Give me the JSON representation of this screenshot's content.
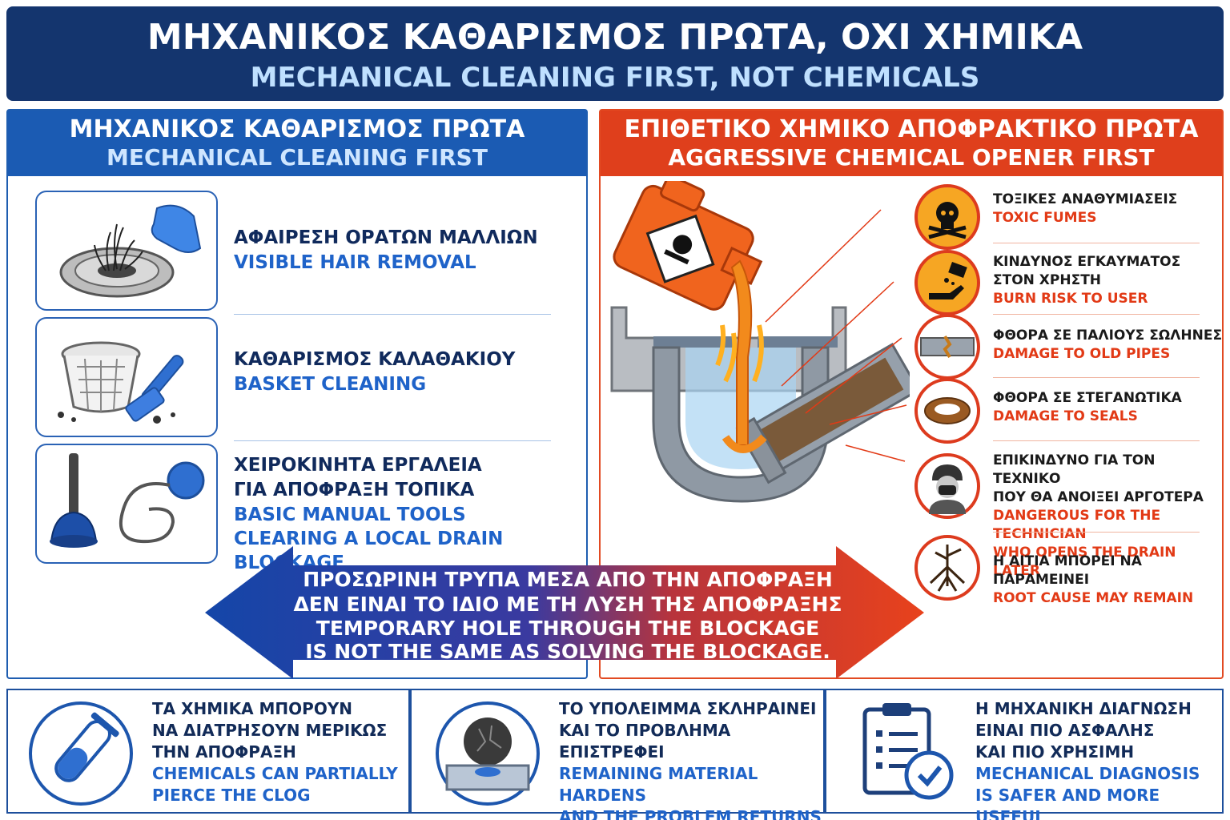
{
  "header": {
    "title_gr": "ΜΗΧΑΝΙΚΟΣ ΚΑΘΑΡΙΣΜΟΣ ΠΡΩΤΑ, ΟΧΙ ΧΗΜΙΚΑ",
    "title_en": "MECHANICAL CLEANING FIRST, NOT CHEMICALS"
  },
  "left": {
    "title_gr": "ΜΗΧΑΝΙΚΟΣ ΚΑΘΑΡΙΣΜΟΣ ΠΡΩΤΑ",
    "title_en": "MECHANICAL CLEANING FIRST",
    "items": [
      {
        "icon": "hair-drain-icon",
        "gr": [
          "ΑΦΑΙΡΕΣΗ ΟΡΑΤΩΝ ΜΑΛΛΙΩΝ"
        ],
        "en": [
          "VISIBLE HAIR REMOVAL"
        ]
      },
      {
        "icon": "basket-brush-icon",
        "gr": [
          "ΚΑΘΑΡΙΣΜΟΣ ΚΑΛΑΘΑΚΙΟΥ"
        ],
        "en": [
          "BASKET CLEANING"
        ]
      },
      {
        "icon": "plunger-auger-icon",
        "gr": [
          "ΧΕΙΡΟΚΙΝΗΤΑ ΕΡΓΑΛΕΙΑ",
          "ΓΙΑ ΑΠΟΦΡΑΞΗ ΤΟΠΙΚΑ"
        ],
        "en": [
          "BASIC MANUAL TOOLS",
          "CLEARING A LOCAL DRAIN BLOCKAGE"
        ]
      }
    ]
  },
  "right": {
    "title_gr": "ΕΠΙΘΕΤΙΚΟ ΧΗΜΙΚΟ ΑΠΟΦΡΑΚΤΙΚΟ ΠΡΩΤΑ",
    "title_en": "AGGRESSIVE CHEMICAL OPENER FIRST",
    "items": [
      {
        "icon": "skull-icon",
        "gr": [
          "ΤΟΞΙΚΕΣ ΑΝΑΘΥΜΙΑΣΕΙΣ"
        ],
        "en": [
          "TOXIC FUMES"
        ]
      },
      {
        "icon": "burn-hand-icon",
        "gr": [
          "ΚΙΝΔΥΝΟΣ ΕΓΚΑΥΜΑΤΟΣ",
          "ΣΤΟΝ ΧΡΗΣΤΗ"
        ],
        "en": [
          "BURN RISK TO USER"
        ]
      },
      {
        "icon": "cracked-pipe-icon",
        "gr": [
          "ΦΘΟΡΑ ΣΕ ΠΑΛΙΟΥΣ ΣΩΛΗΝΕΣ"
        ],
        "en": [
          "DAMAGE TO OLD PIPES"
        ]
      },
      {
        "icon": "seal-ring-icon",
        "gr": [
          "ΦΘΟΡΑ ΣΕ ΣΤΕΓΑΝΩΤΙΚΑ"
        ],
        "en": [
          "DAMAGE TO SEALS"
        ]
      },
      {
        "icon": "technician-mask-icon",
        "gr": [
          "ΕΠΙΚΙΝΔΥΝΟ ΓΙΑ ΤΟΝ ΤΕΧΝΙΚΟ",
          "ΠΟΥ ΘΑ ΑΝΟΙΞΕΙ ΑΡΓΟΤΕΡΑ"
        ],
        "en": [
          "DANGEROUS FOR THE TECHNICIAN",
          "WHO OPENS THE DRAIN LATER"
        ]
      },
      {
        "icon": "root-icon",
        "gr": [
          "Η ΑΙΤΙΑ ΜΠΟΡΕΙ ΝΑ ΠΑΡΑΜΕΙΝΕΙ"
        ],
        "en": [
          "ROOT CAUSE MAY REMAIN"
        ]
      }
    ]
  },
  "arrow": {
    "gr": [
      "ΠΡΟΣΩΡΙΝΗ ΤΡΥΠΑ ΜΕΣΑ ΑΠΟ ΤΗΝ ΑΠΟΦΡΑΞΗ",
      "ΔΕΝ ΕΙΝΑΙ ΤΟ ΙΔΙΟ ΜΕ ΤΗ ΛΥΣΗ ΤΗΣ ΑΠΟΦΡΑΞΗΣ"
    ],
    "en": [
      "TEMPORARY HOLE THROUGH THE BLOCKAGE",
      "IS NOT THE SAME AS SOLVING THE BLOCKAGE."
    ]
  },
  "bottom": [
    {
      "icon": "test-tube-icon",
      "gr": [
        "ΤΑ ΧΗΜΙΚΑ ΜΠΟΡΟΥΝ",
        "ΝΑ ΔΙΑΤΡΗΣΟΥΝ ΜΕΡΙΚΩΣ",
        "ΤΗΝ ΑΠΟΦΡΑΞΗ"
      ],
      "en": [
        "CHEMICALS CAN PARTIALLY",
        "PIERCE THE CLOG"
      ]
    },
    {
      "icon": "hardened-clog-icon",
      "gr": [
        "ΤΟ ΥΠΟΛΕΙΜΜΑ ΣΚΛΗΡΑΙΝΕΙ",
        "ΚΑΙ ΤΟ ΠΡΟΒΛΗΜΑ",
        "ΕΠΙΣΤΡΕΦΕΙ"
      ],
      "en": [
        "REMAINING MATERIAL HARDENS",
        "AND THE PROBLEM RETURNS"
      ]
    },
    {
      "icon": "clipboard-check-icon",
      "gr": [
        "Η ΜΗΧΑΝΙΚΗ ΔΙΑΓΝΩΣΗ",
        "ΕΙΝΑΙ ΠΙΟ ΑΣΦΑΛΗΣ",
        "ΚΑΙ ΠΙΟ ΧΡΗΣΙΜΗ"
      ],
      "en": [
        "MECHANICAL DIAGNOSIS",
        "IS SAFER AND MORE USEFUL"
      ]
    }
  ],
  "colors": {
    "navy": "#14356e",
    "blue": "#1b5bb3",
    "red": "#df3f1c",
    "orange": "#f6a623"
  }
}
